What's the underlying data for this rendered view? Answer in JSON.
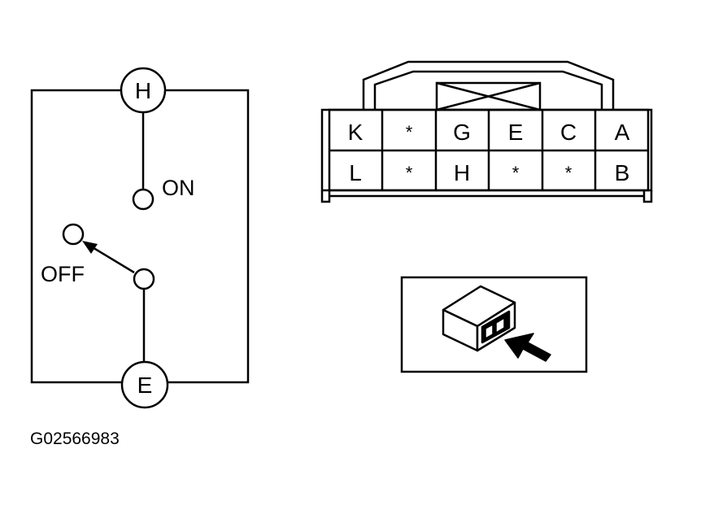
{
  "schematic": {
    "top_terminal": "H",
    "bottom_terminal": "E",
    "on_label": "ON",
    "off_label": "OFF"
  },
  "connector": {
    "row1": [
      "K",
      "*",
      "G",
      "E",
      "C",
      "A"
    ],
    "row2": [
      "L",
      "*",
      "H",
      "*",
      "*",
      "B"
    ]
  },
  "inset": {
    "icon": "relay-connector-view-icon",
    "arrow": "view-direction-arrow-icon"
  },
  "figure_id": "G02566983"
}
